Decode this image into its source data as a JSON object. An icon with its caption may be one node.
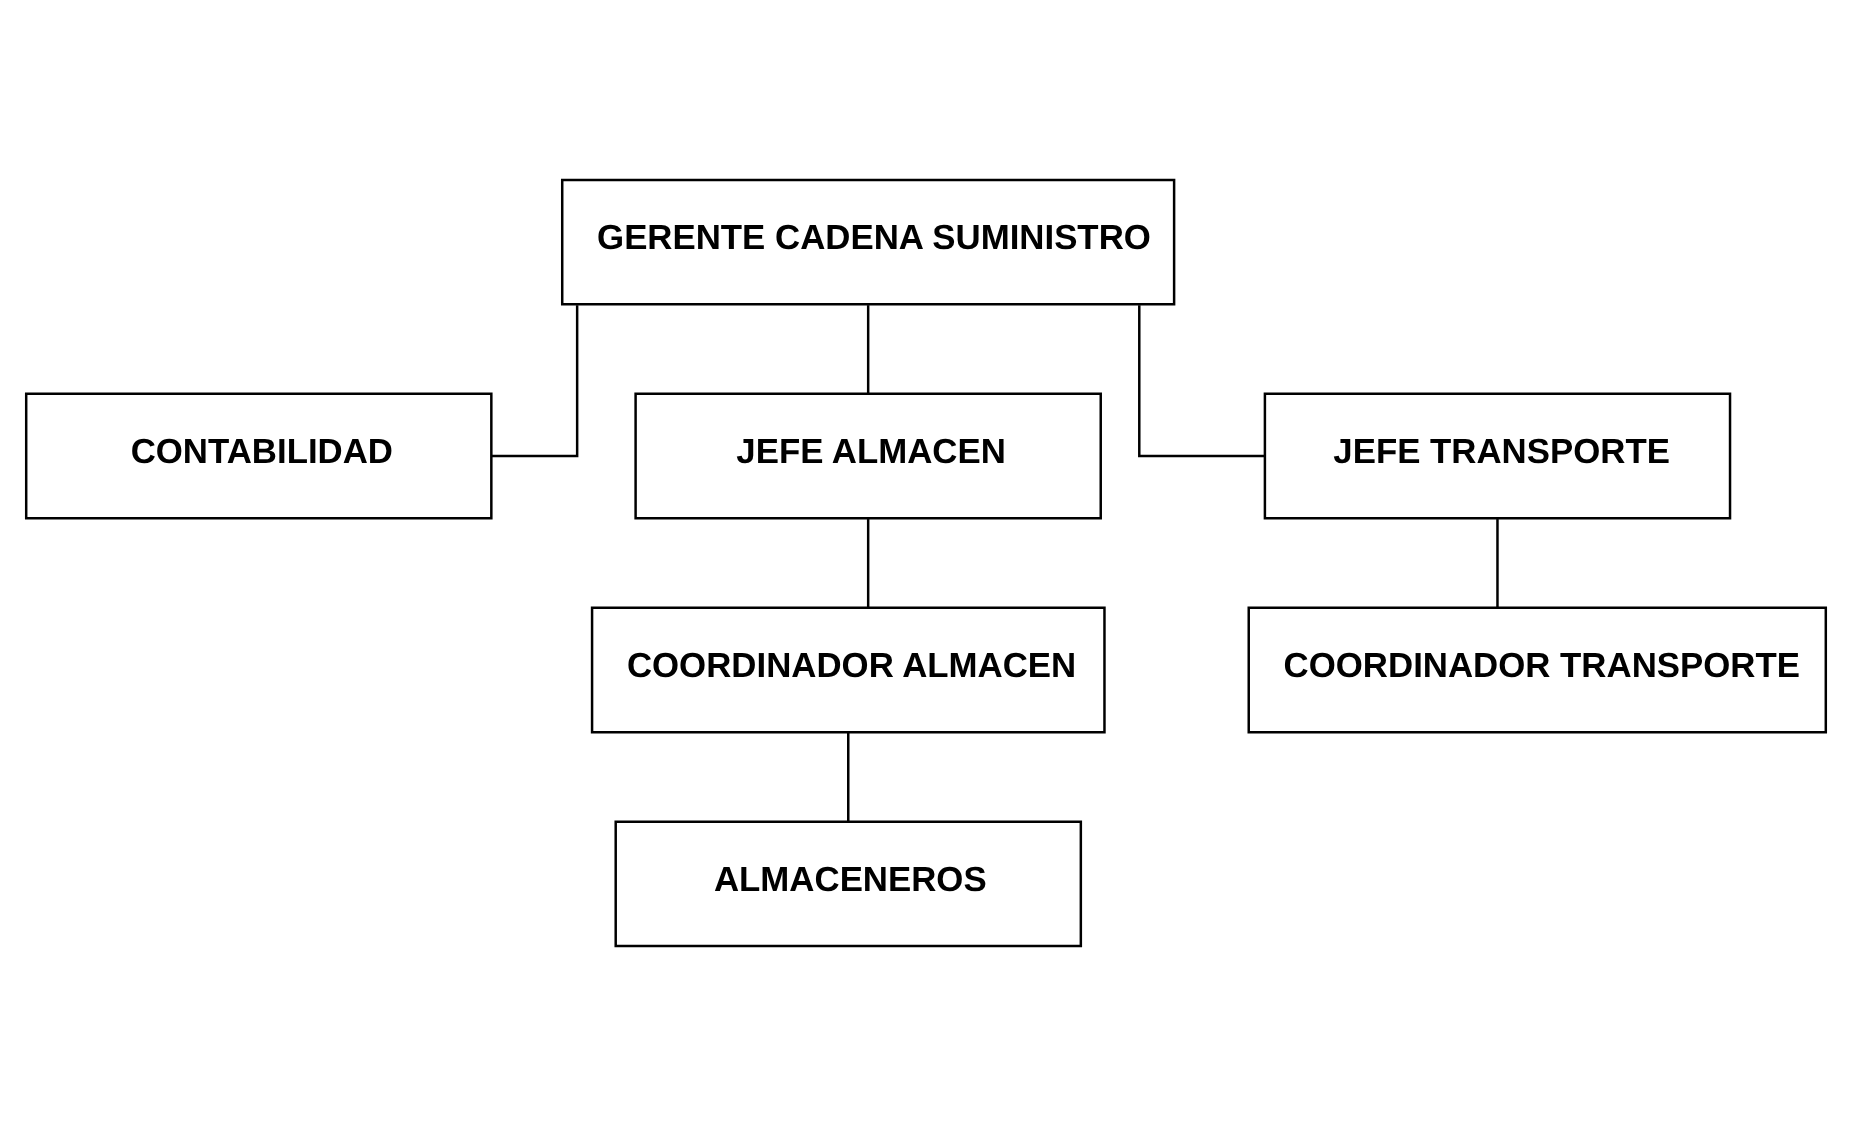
{
  "diagram": {
    "nodes": [
      {
        "text": [
          "GERENTE CADENA SUMINISTRO"
        ]
      },
      {
        "text": [
          "CONTABILIDAD"
        ]
      },
      {
        "text": [
          "JEFE ALMACEN"
        ]
      },
      {
        "text": [
          "JEFE TRANSPORTE"
        ]
      },
      {
        "text": [
          "COORDINADOR ALMACEN"
        ]
      },
      {
        "text": [
          "COORDINADOR TRANSPORTE"
        ]
      },
      {
        "text": [
          "ALMACENEROS"
        ]
      }
    ],
    "edges": [
      {
        "from": 0,
        "to": 1,
        "arrow": "none"
      },
      {
        "from": 0,
        "to": 2,
        "arrow": "none"
      },
      {
        "from": 0,
        "to": 3,
        "arrow": "none"
      },
      {
        "from": 2,
        "to": 4,
        "arrow": "none"
      },
      {
        "from": 3,
        "to": 5,
        "arrow": "none"
      },
      {
        "from": 4,
        "to": 6,
        "arrow": "none"
      }
    ]
  }
}
